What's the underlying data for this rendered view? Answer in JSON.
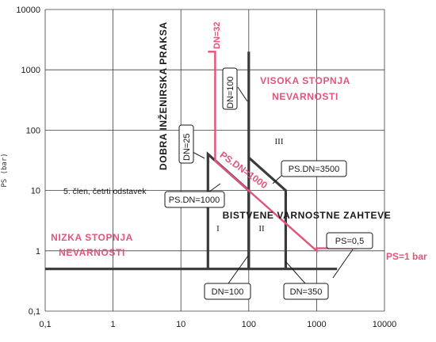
{
  "chart_data": {
    "type": "line",
    "title": "",
    "xlabel": "",
    "ylabel": "PS (bar)",
    "xscale": "log",
    "yscale": "log",
    "xlim": [
      0.1,
      10000
    ],
    "ylim": [
      0.1,
      10000
    ],
    "grid": true,
    "x_tick_labels": [
      "0,1",
      "1",
      "10",
      "100",
      "1000",
      "10000"
    ],
    "y_tick_labels": [
      "0,1",
      "1",
      "10",
      "100",
      "1000",
      "10000"
    ],
    "colors": {
      "boundary": "#3a3a3a",
      "highlight": "#e0557a",
      "text": "#1a1a1a"
    },
    "series": [
      {
        "key": "floor",
        "role": "boundary",
        "x": [
          0.1,
          2000
        ],
        "y": [
          0.5,
          0.5
        ]
      },
      {
        "key": "dn25",
        "role": "boundary",
        "x": [
          25,
          25,
          100,
          100
        ],
        "y": [
          0.5,
          40,
          10,
          0.5
        ]
      },
      {
        "key": "dn100",
        "role": "boundary",
        "x": [
          100,
          100
        ],
        "y": [
          2000,
          0.5
        ]
      },
      {
        "key": "dn350",
        "role": "boundary",
        "x": [
          100,
          350,
          350
        ],
        "y": [
          35,
          10,
          0.5
        ]
      },
      {
        "key": "dn32",
        "role": "highlight",
        "x": [
          25,
          32,
          32,
          1000,
          1000,
          4000
        ],
        "y": [
          2000,
          2000,
          31,
          1,
          1.1,
          1.1
        ]
      }
    ],
    "annotations": {
      "dn32": "DN=32",
      "dn100_top": "DN=100",
      "dn25": "DN=25",
      "ps_dn1000": "PS.DN=1000",
      "ps_dn1000_red": "PS.DN=1000",
      "ps_dn3500": "PS.DN=3500",
      "ps_05": "PS=0,5",
      "ps_1bar": "PS=1 bar",
      "dn100_bottom": "DN=100",
      "dn350": "DN=350",
      "dobra": "DOBRA INŽENIRSKA PRAKSA",
      "visoka_line1": "VISOKA STOPNJA",
      "visoka_line2": "NEVARNOSTI",
      "nizka_line1": "NIZKA STOPNJA",
      "nizka_line2": "NEVARNOSTI",
      "bistvene": "BISTVENE VARNOSTNE ZAHTEVE",
      "clen": "5. člen, četrti odstavek",
      "cat_1": "I",
      "cat_2": "II",
      "cat_3": "III"
    }
  }
}
